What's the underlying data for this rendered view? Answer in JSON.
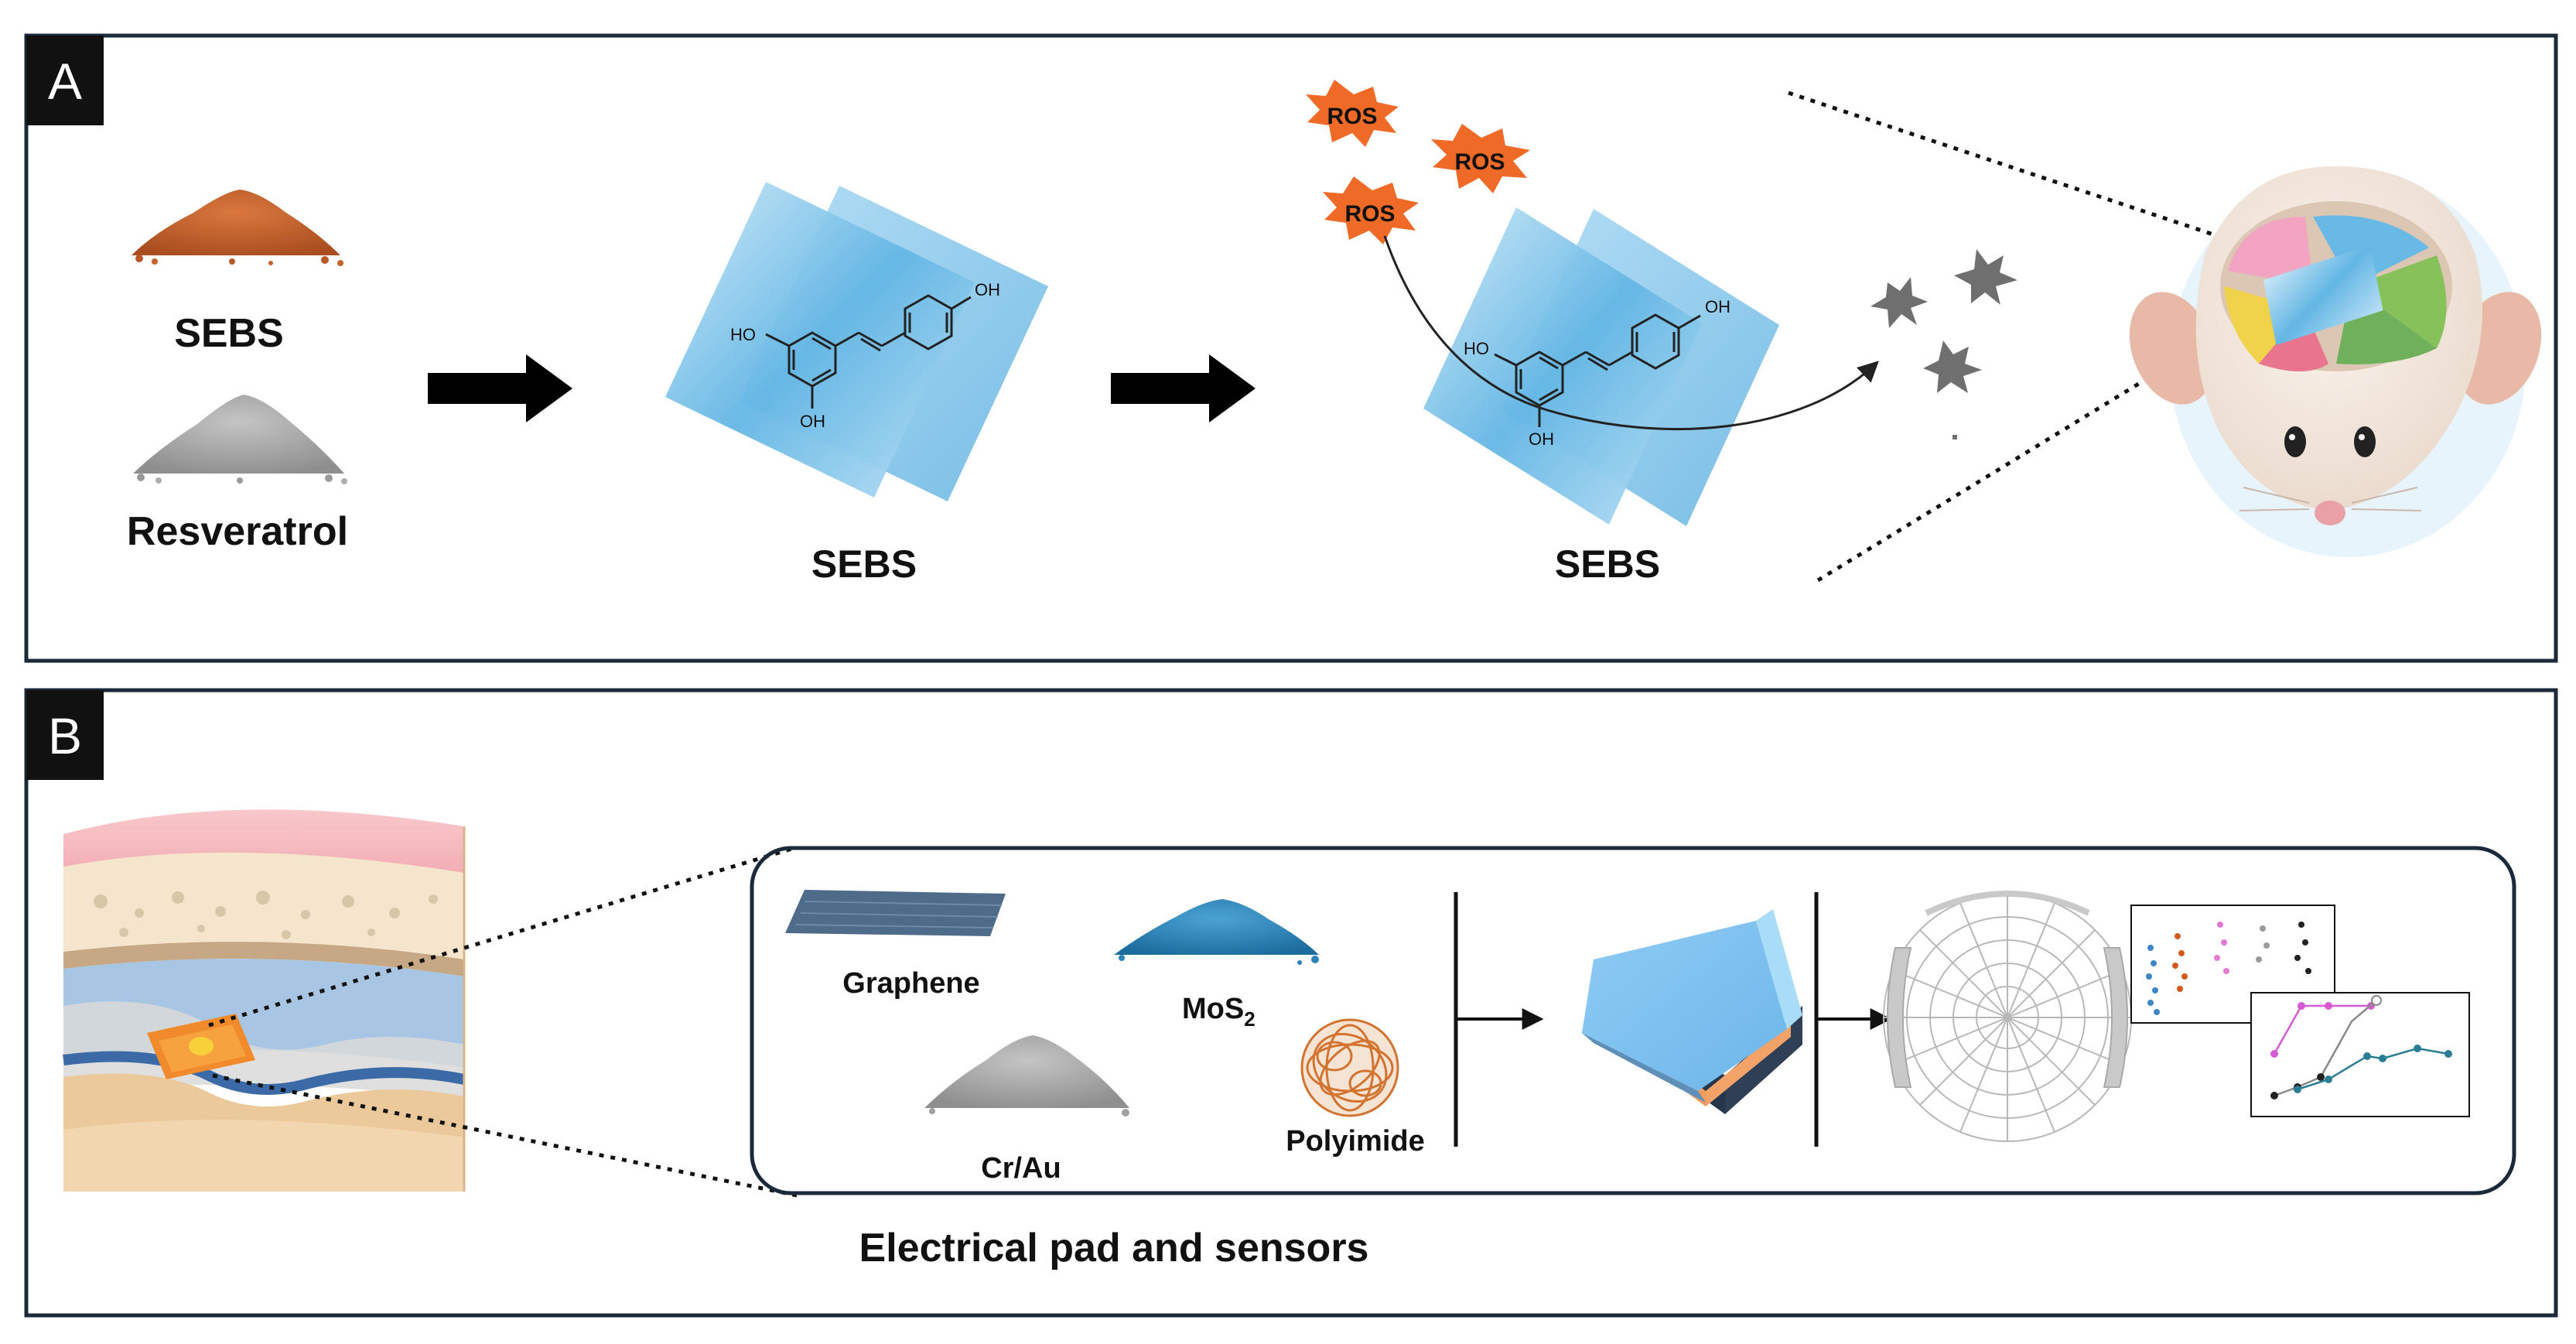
{
  "panel_a": {
    "badge": "A",
    "material_1": "SEBS",
    "material_2": "Resveratrol",
    "film_1_label": "SEBS",
    "film_2_label": "SEBS",
    "ros_labels": [
      "ROS",
      "ROS",
      "ROS"
    ],
    "oh_labels": [
      "OH",
      "HO",
      "OH"
    ]
  },
  "panel_b": {
    "badge": "B",
    "materials": {
      "graphene": "Graphene",
      "mos2_main": "MoS",
      "mos2_sub": "2",
      "cr_au": "Cr/Au",
      "polyimide": "Polyimide"
    },
    "caption": "Electrical pad and sensors"
  },
  "colors": {
    "frame": "#1b2a3a",
    "badge": "#111111",
    "sebs_powder": "#c2612c",
    "resveratrol_powder": "#a8a8a8",
    "film": "#67b9e6",
    "ros": "#ef6a26",
    "fragments": "#6f6f6f",
    "mos2": "#2b83b6",
    "polyimide": "#d2732f"
  }
}
